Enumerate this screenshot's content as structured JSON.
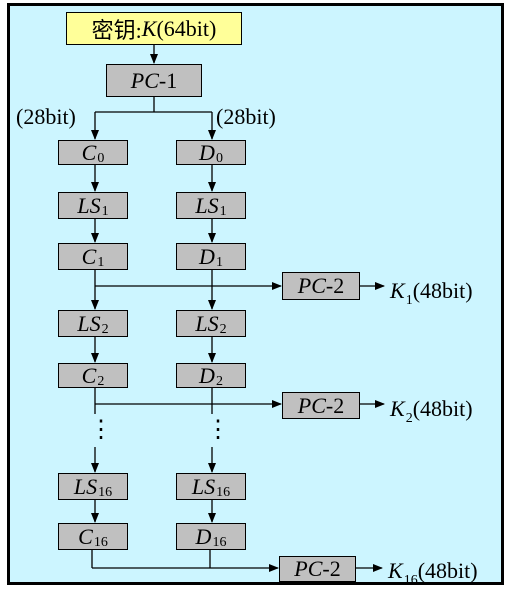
{
  "key": {
    "label": "密钥: ",
    "symbol": "K",
    "bits": "(64bit)"
  },
  "pc1": {
    "name": "PC",
    "suffix": "-1"
  },
  "split_label_left": "(28bit)",
  "split_label_right": "(28bit)",
  "c0": {
    "name": "C",
    "sub": "0"
  },
  "d0": {
    "name": "D",
    "sub": "0"
  },
  "ls1_left": {
    "name": "LS",
    "sub": "1"
  },
  "ls1_right": {
    "name": "LS",
    "sub": "1"
  },
  "c1": {
    "name": "C",
    "sub": "1"
  },
  "d1": {
    "name": "D",
    "sub": "1"
  },
  "pc2_1": {
    "name": "PC",
    "suffix": "-2"
  },
  "k1": {
    "name": "K",
    "sub": "1",
    "bits": "(48bit)"
  },
  "ls2_left": {
    "name": "LS",
    "sub": "2"
  },
  "ls2_right": {
    "name": "LS",
    "sub": "2"
  },
  "c2": {
    "name": "C",
    "sub": "2"
  },
  "d2": {
    "name": "D",
    "sub": "2"
  },
  "pc2_2": {
    "name": "PC",
    "suffix": "-2"
  },
  "k2": {
    "name": "K",
    "sub": "2",
    "bits": "(48bit)"
  },
  "ellipsis": "⋮",
  "ls16_left": {
    "name": "LS",
    "sub": "16"
  },
  "ls16_right": {
    "name": "LS",
    "sub": "16"
  },
  "c16": {
    "name": "C",
    "sub": "16"
  },
  "d16": {
    "name": "D",
    "sub": "16"
  },
  "pc2_16": {
    "name": "PC",
    "suffix": "-2"
  },
  "k16": {
    "name": "K",
    "sub": "16",
    "bits": "(48bit)"
  },
  "colors": {
    "background": "#ccf5ff",
    "key_box": "#ffff99",
    "box": "#c0c0c0",
    "line": "#000000"
  }
}
